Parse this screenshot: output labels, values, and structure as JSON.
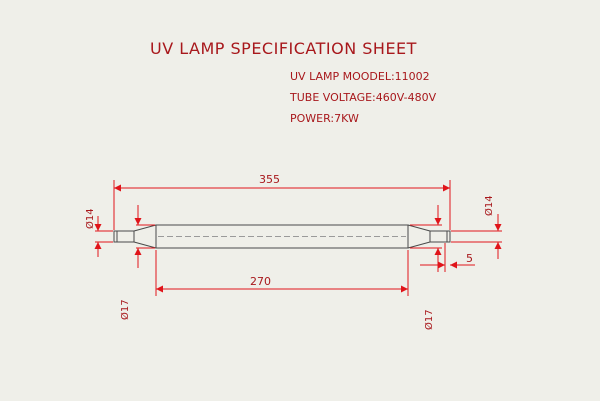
{
  "title": "UV LAMP SPECIFICATION SHEET",
  "specs": {
    "model": "UV LAMP MOODEL:11002",
    "voltage": "TUBE VOLTAGE:460V-480V",
    "power": "POWER:7KW"
  },
  "dimensions": {
    "overall_length": "355",
    "tube_length": "270",
    "end_cap_length": "5",
    "end_dia_left": "Ø14",
    "end_dia_right": "Ø14",
    "tube_dia_left": "Ø17",
    "tube_dia_right": "Ø17"
  },
  "colors": {
    "text": "#a8181c",
    "dimension_line": "#e0141a",
    "outline": "#4a4a4a",
    "background": "#efefe9"
  }
}
